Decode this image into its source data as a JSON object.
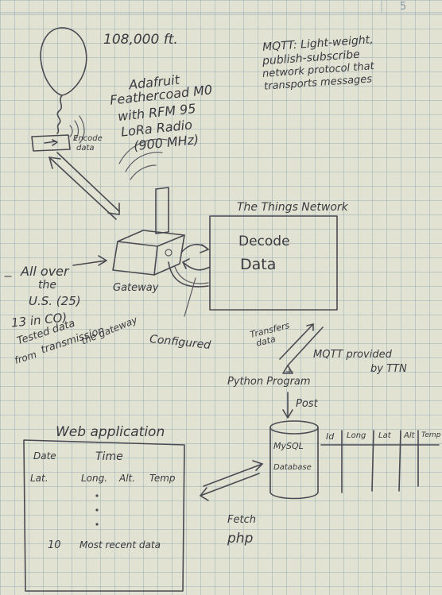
{
  "page_number": "5",
  "balloon": {
    "altitude": "108,000 ft.",
    "encode": [
      "Encode",
      "data"
    ]
  },
  "mqtt_note": [
    "MQTT: Light-weight,",
    "publish-subscribe",
    "network protocol that",
    "transports messages"
  ],
  "device": [
    "Adafruit",
    "Feathercoad M0",
    "with RFM 95",
    "LoRa Radio",
    "(900 MHz)"
  ],
  "ttn": {
    "title": "The Things Network",
    "box": [
      "Decode",
      "Data"
    ]
  },
  "gateway": {
    "label": "Gateway",
    "configured": "Configured"
  },
  "all_over": [
    "All over",
    "the",
    "U.S. (25)"
  ],
  "tested": [
    "13 in CO)",
    "Tested data",
    "transmission",
    "from",
    "the gateway"
  ],
  "transfers": [
    "Transfers",
    "data"
  ],
  "mqtt_provided": [
    "MQTT provided",
    "by TTN"
  ],
  "python_program": "Python Program",
  "post": "Post",
  "web_app": {
    "title": "Web application",
    "row1": [
      "Date",
      "Time"
    ],
    "row2": [
      "Lat.",
      "Long.",
      "Alt.",
      "Temp"
    ],
    "footer": [
      "10",
      "Most recent data"
    ]
  },
  "fetch": "Fetch",
  "php": "php",
  "database": {
    "label": [
      "MySQL",
      "Database"
    ],
    "columns": [
      "Id",
      "Long",
      "Lat",
      "Alt",
      "Temp"
    ]
  }
}
